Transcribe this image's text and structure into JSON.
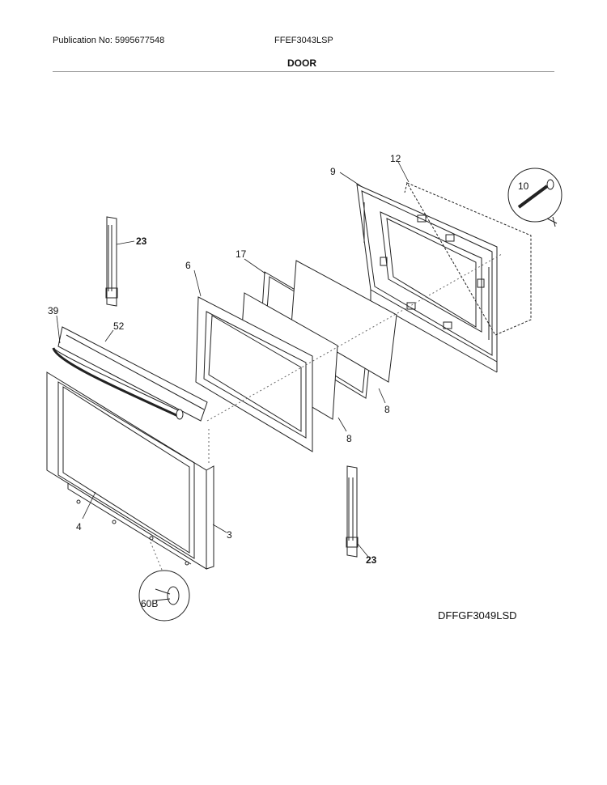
{
  "header": {
    "publication": "Publication No: 5995677548",
    "model": "FFEF3043LSP",
    "section_title": "DOOR"
  },
  "diagram_code": "DFFGF3049LSD",
  "callouts": {
    "c9": "9",
    "c12": "12",
    "c10": "10",
    "c23a": "23",
    "c23b": "23",
    "c17": "17",
    "c6": "6",
    "c39": "39",
    "c52": "52",
    "c8a": "8",
    "c8b": "8",
    "c4": "4",
    "c3": "3",
    "c60b": "60B"
  }
}
